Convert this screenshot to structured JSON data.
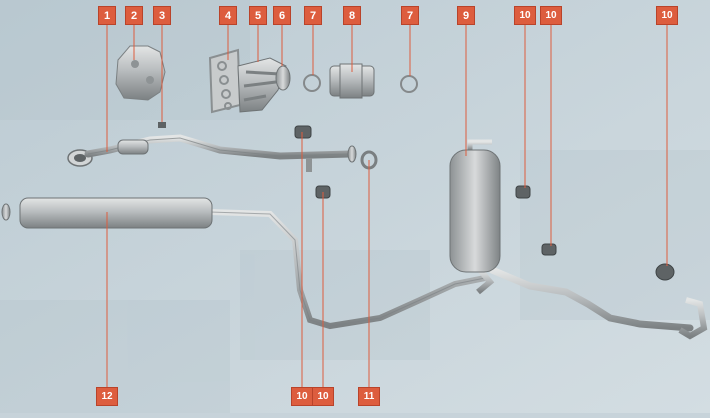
{
  "colors": {
    "background": "#c7d3da",
    "callout": "#dd5d3e",
    "metal_light": "#d9dbdb",
    "metal_mid": "#a9adaf",
    "metal_dark": "#6e7375"
  },
  "callouts": [
    {
      "label": "1"
    },
    {
      "label": "2"
    },
    {
      "label": "3"
    },
    {
      "label": "4"
    },
    {
      "label": "5"
    },
    {
      "label": "6"
    },
    {
      "label": "7"
    },
    {
      "label": "8"
    },
    {
      "label": "7"
    },
    {
      "label": "9"
    },
    {
      "label": "10"
    },
    {
      "label": "10"
    },
    {
      "label": "10"
    },
    {
      "label": "12"
    },
    {
      "label": "10"
    },
    {
      "label": "10"
    },
    {
      "label": "11"
    }
  ]
}
